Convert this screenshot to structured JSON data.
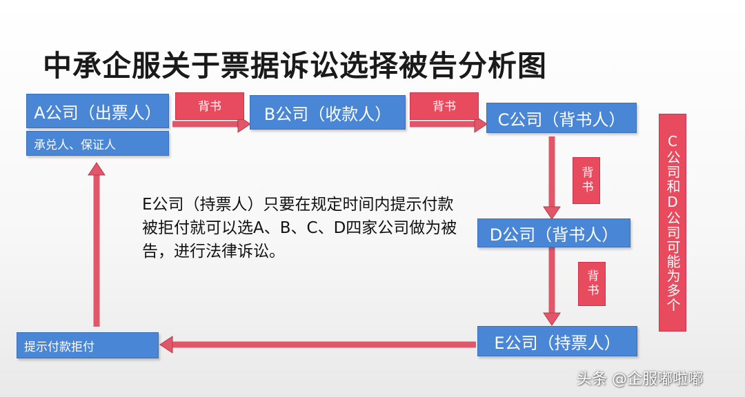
{
  "title": "中承企服关于票据诉讼选择被告分析图",
  "nodes": {
    "a": "A公司（出票人）",
    "a_sub": "承兑人、保证人",
    "b": "B公司（收款人）",
    "c": "C公司（背书人）",
    "d": "D公司（背书人）",
    "e": "E公司（持票人）",
    "refuse": "提示付款拒付"
  },
  "edge_labels": {
    "a_to_b": "背书",
    "b_to_c": "背书",
    "c_to_d": "背书",
    "d_to_e": "背书"
  },
  "side_note": "C公司和D公司可能为多个",
  "note": "E公司（持票人）只要在规定时间内提示付款被拒付就可以选A、B、C、D四家公司做为被告，进行法律诉讼。",
  "watermark": "头条 @企服嘟啦嘟",
  "colors": {
    "node_blue": "#4a86d6",
    "tag_red": "#e94b5e",
    "arrow_red": "#e2566a"
  }
}
